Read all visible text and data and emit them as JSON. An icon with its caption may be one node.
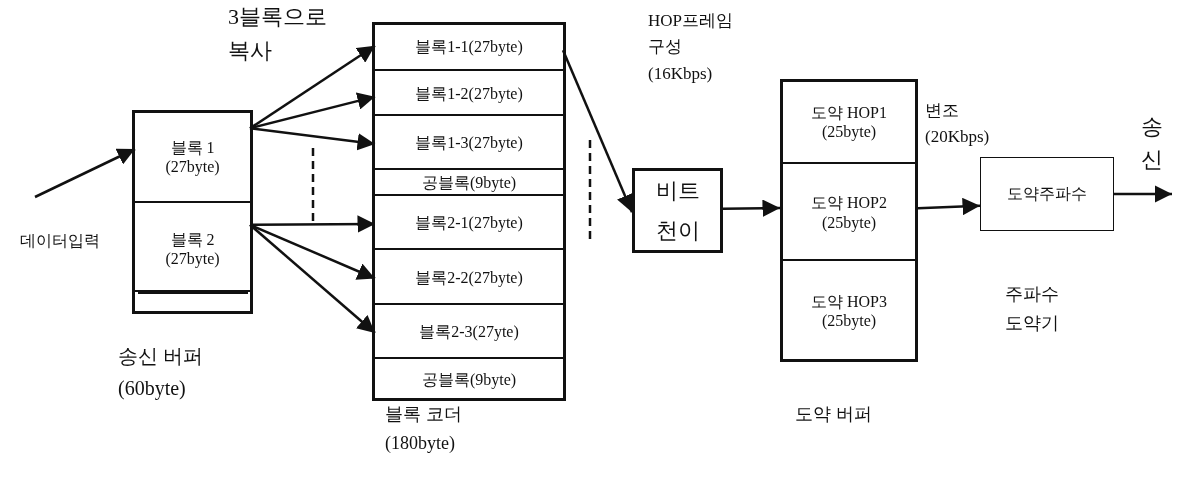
{
  "diagram": {
    "nodes": [
      {
        "text": [],
        "shape": "box",
        "beside": [
          "송신 버퍼 (60byte)"
        ]
      },
      {
        "text": [
          "블록 1 (27byte)"
        ],
        "in": 0
      },
      {
        "text": [
          "블록 2 (27byte)"
        ],
        "in": 0
      },
      {
        "text": [],
        "shape": "box",
        "beside": [
          "블록 코더 (180byte)"
        ]
      },
      {
        "text": [
          "블록1-1(27byte)"
        ],
        "in": 3
      },
      {
        "text": [
          "블록1-2(27byte)"
        ],
        "in": 3
      },
      {
        "text": [
          "블록1-3(27byte)"
        ],
        "in": 3
      },
      {
        "text": [
          "공블록(9byte)"
        ],
        "in": 3
      },
      {
        "text": [
          "블록2-1(27byte)"
        ],
        "in": 3
      },
      {
        "text": [
          "블록2-2(27byte)"
        ],
        "in": 3
      },
      {
        "text": [
          "블록2-3(27yte)"
        ],
        "in": 3
      },
      {
        "text": [
          "공블록(9byte)"
        ],
        "in": 3
      },
      {
        "text": [
          "비트 천이"
        ]
      },
      {
        "text": [],
        "shape": "box",
        "beside": [
          "도약 버퍼"
        ]
      },
      {
        "text": [
          "도약 HOP1 (25byte)"
        ],
        "in": 13
      },
      {
        "text": [
          "도약 HOP2 (25byte)"
        ],
        "in": 13
      },
      {
        "text": [
          "도약 HOP3 (25byte)"
        ],
        "in": 13
      },
      {
        "text": [
          "도약주파수"
        ],
        "beside": [
          "주파수 도약기"
        ]
      }
    ],
    "edges": [
      {
        "from": null,
        "to": 1,
        "arrow": "to",
        "label": "데이터입력"
      },
      {
        "from": 1,
        "to": 4,
        "arrow": "to"
      },
      {
        "from": 1,
        "to": 5,
        "arrow": "to"
      },
      {
        "from": 1,
        "to": 6,
        "arrow": "to"
      },
      {
        "from": 2,
        "to": 8,
        "arrow": "to"
      },
      {
        "from": 2,
        "to": 9,
        "arrow": "to"
      },
      {
        "from": 2,
        "to": 10,
        "arrow": "to"
      },
      {
        "from": 4,
        "to": 12,
        "arrow": "to"
      },
      {
        "from": 12,
        "to": 13,
        "arrow": "to"
      },
      {
        "from": 13,
        "to": 17,
        "arrow": "to"
      },
      {
        "from": 17,
        "to": null,
        "arrow": "to",
        "label": "송신"
      }
    ],
    "labels": [
      "3블록으로 복사",
      "HOP프레임 구성 (16Kbps)",
      "변조 (20Kbps)"
    ]
  }
}
